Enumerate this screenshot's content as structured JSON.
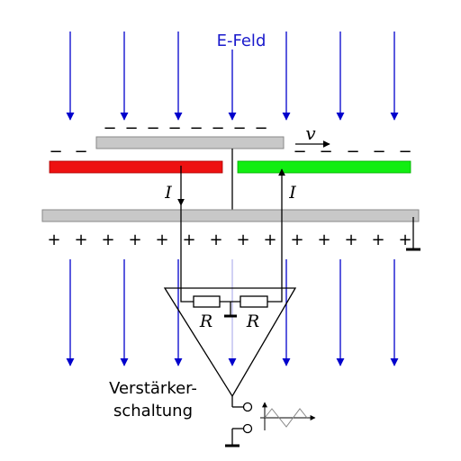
{
  "diagram": {
    "field_label": "E-Feld",
    "velocity_label": "v",
    "current_label_left": "I",
    "current_label_right": "I",
    "resistor_label_left": "R",
    "resistor_label_right": "R",
    "amplifier_label_line1": "Verstärker-",
    "amplifier_label_line2": "schaltung",
    "top_minus_signs": [
      "−",
      "−",
      "−",
      "−",
      "−",
      "−",
      "−",
      "−"
    ],
    "left_minus_signs": [
      "−",
      "−"
    ],
    "right_minus_signs": [
      "−",
      "−",
      "−",
      "−",
      "−"
    ],
    "plus_signs": [
      "+",
      "+",
      "+",
      "+",
      "+",
      "+",
      "+",
      "+",
      "+",
      "+",
      "+",
      "+",
      "+",
      "+"
    ],
    "colors": {
      "field_arrows": "#0000cc",
      "field_label": "#1a1acc",
      "plate_gray": "#c8c8c8",
      "plate_gray_border": "#888888",
      "electrode_red": "#ee1111",
      "electrode_green": "#11ee11",
      "wire": "#000000"
    }
  }
}
